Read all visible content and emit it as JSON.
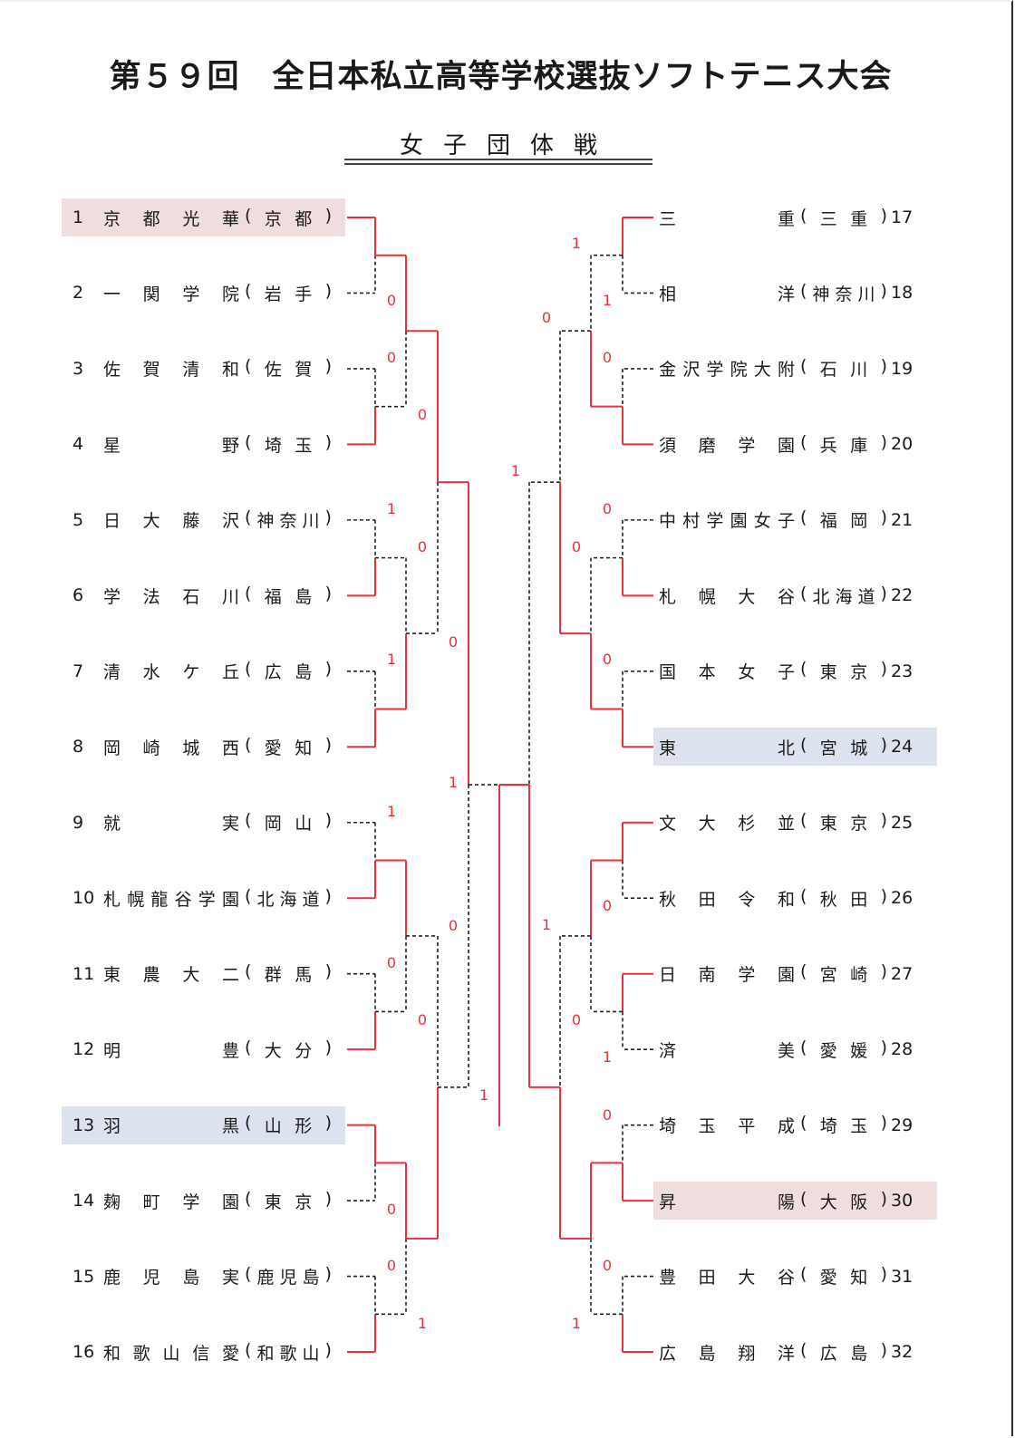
{
  "title": "第５９回　全日本私立高等学校選抜ソフトテニス大会",
  "subtitle": "女子団体戦",
  "colors": {
    "win_line": "#e8323c",
    "lose_line": "#222222",
    "highlight_red": "#f0dddd",
    "highlight_blue": "#dde3ee",
    "score": "#e8323c"
  },
  "teams": [
    {
      "seed": "1",
      "name": [
        "京",
        "都",
        "光",
        "華"
      ],
      "pref": [
        "京",
        "都"
      ],
      "side": "left",
      "highlight": "red"
    },
    {
      "seed": "2",
      "name": [
        "一",
        "関",
        "学",
        "院"
      ],
      "pref": [
        "岩",
        "手"
      ],
      "side": "left",
      "highlight": ""
    },
    {
      "seed": "3",
      "name": [
        "佐",
        "賀",
        "清",
        "和"
      ],
      "pref": [
        "佐",
        "賀"
      ],
      "side": "left",
      "highlight": ""
    },
    {
      "seed": "4",
      "name": [
        "星",
        "",
        "",
        "野"
      ],
      "pref": [
        "埼",
        "玉"
      ],
      "side": "left",
      "highlight": ""
    },
    {
      "seed": "5",
      "name": [
        "日",
        "大",
        "藤",
        "沢"
      ],
      "pref": [
        "神",
        "奈",
        "川"
      ],
      "side": "left",
      "highlight": ""
    },
    {
      "seed": "6",
      "name": [
        "学",
        "法",
        "石",
        "川"
      ],
      "pref": [
        "福",
        "島"
      ],
      "side": "left",
      "highlight": ""
    },
    {
      "seed": "7",
      "name": [
        "清",
        "水",
        "ケ",
        "丘"
      ],
      "pref": [
        "広",
        "島"
      ],
      "side": "left",
      "highlight": ""
    },
    {
      "seed": "8",
      "name": [
        "岡",
        "崎",
        "城",
        "西"
      ],
      "pref": [
        "愛",
        "知"
      ],
      "side": "left",
      "highlight": ""
    },
    {
      "seed": "9",
      "name": [
        "就",
        "",
        "",
        "実"
      ],
      "pref": [
        "岡",
        "山"
      ],
      "side": "left",
      "highlight": ""
    },
    {
      "seed": "10",
      "name": [
        "札",
        "幌",
        "龍",
        "谷",
        "学",
        "園"
      ],
      "pref": [
        "北",
        "海",
        "道"
      ],
      "side": "left",
      "highlight": ""
    },
    {
      "seed": "11",
      "name": [
        "東",
        "農",
        "大",
        "二"
      ],
      "pref": [
        "群",
        "馬"
      ],
      "side": "left",
      "highlight": ""
    },
    {
      "seed": "12",
      "name": [
        "明",
        "",
        "",
        "豊"
      ],
      "pref": [
        "大",
        "分"
      ],
      "side": "left",
      "highlight": ""
    },
    {
      "seed": "13",
      "name": [
        "羽",
        "",
        "",
        "黒"
      ],
      "pref": [
        "山",
        "形"
      ],
      "side": "left",
      "highlight": "blue"
    },
    {
      "seed": "14",
      "name": [
        "麹",
        "町",
        "学",
        "園"
      ],
      "pref": [
        "東",
        "京"
      ],
      "side": "left",
      "highlight": ""
    },
    {
      "seed": "15",
      "name": [
        "鹿",
        "児",
        "島",
        "実"
      ],
      "pref": [
        "鹿",
        "児",
        "島"
      ],
      "side": "left",
      "highlight": ""
    },
    {
      "seed": "16",
      "name": [
        "和",
        "歌",
        "山",
        "信",
        "愛"
      ],
      "pref": [
        "和",
        "歌",
        "山"
      ],
      "side": "left",
      "highlight": ""
    },
    {
      "seed": "17",
      "name": [
        "三",
        "",
        "",
        "重"
      ],
      "pref": [
        "三",
        "重"
      ],
      "side": "right",
      "highlight": ""
    },
    {
      "seed": "18",
      "name": [
        "相",
        "",
        "",
        "洋"
      ],
      "pref": [
        "神",
        "奈",
        "川"
      ],
      "side": "right",
      "highlight": ""
    },
    {
      "seed": "19",
      "name": [
        "金",
        "沢",
        "学",
        "院",
        "大",
        "附"
      ],
      "pref": [
        "石",
        "川"
      ],
      "side": "right",
      "highlight": ""
    },
    {
      "seed": "20",
      "name": [
        "須",
        "磨",
        "学",
        "園"
      ],
      "pref": [
        "兵",
        "庫"
      ],
      "side": "right",
      "highlight": ""
    },
    {
      "seed": "21",
      "name": [
        "中",
        "村",
        "学",
        "園",
        "女",
        "子"
      ],
      "pref": [
        "福",
        "岡"
      ],
      "side": "right",
      "highlight": ""
    },
    {
      "seed": "22",
      "name": [
        "札",
        "幌",
        "大",
        "谷"
      ],
      "pref": [
        "北",
        "海",
        "道"
      ],
      "side": "right",
      "highlight": ""
    },
    {
      "seed": "23",
      "name": [
        "国",
        "本",
        "女",
        "子"
      ],
      "pref": [
        "東",
        "京"
      ],
      "side": "right",
      "highlight": ""
    },
    {
      "seed": "24",
      "name": [
        "東",
        "",
        "",
        "北"
      ],
      "pref": [
        "宮",
        "城"
      ],
      "side": "right",
      "highlight": "blue"
    },
    {
      "seed": "25",
      "name": [
        "文",
        "大",
        "杉",
        "並"
      ],
      "pref": [
        "東",
        "京"
      ],
      "side": "right",
      "highlight": ""
    },
    {
      "seed": "26",
      "name": [
        "秋",
        "田",
        "令",
        "和"
      ],
      "pref": [
        "秋",
        "田"
      ],
      "side": "right",
      "highlight": ""
    },
    {
      "seed": "27",
      "name": [
        "日",
        "南",
        "学",
        "園"
      ],
      "pref": [
        "宮",
        "崎"
      ],
      "side": "right",
      "highlight": ""
    },
    {
      "seed": "28",
      "name": [
        "済",
        "",
        "",
        "美"
      ],
      "pref": [
        "愛",
        "媛"
      ],
      "side": "right",
      "highlight": ""
    },
    {
      "seed": "29",
      "name": [
        "埼",
        "玉",
        "平",
        "成"
      ],
      "pref": [
        "埼",
        "玉"
      ],
      "side": "right",
      "highlight": ""
    },
    {
      "seed": "30",
      "name": [
        "昇",
        "",
        "",
        "陽"
      ],
      "pref": [
        "大",
        "阪"
      ],
      "side": "right",
      "highlight": "red"
    },
    {
      "seed": "31",
      "name": [
        "豊",
        "田",
        "大",
        "谷"
      ],
      "pref": [
        "愛",
        "知"
      ],
      "side": "right",
      "highlight": ""
    },
    {
      "seed": "32",
      "name": [
        "広",
        "島",
        "翔",
        "洋"
      ],
      "pref": [
        "広",
        "島"
      ],
      "side": "right",
      "highlight": ""
    }
  ],
  "results": {
    "round1_winners": [
      "1",
      "4",
      "6",
      "8",
      "10",
      "12",
      "13",
      "16",
      "17",
      "20",
      "22",
      "24",
      "25",
      "27",
      "30",
      "32"
    ],
    "round2_winners": [
      "1",
      "8",
      "10",
      "13",
      "20",
      "24",
      "25",
      "30"
    ],
    "round3_winners": [
      "1",
      "13",
      "24",
      "30"
    ],
    "semifinal_winners": [
      "1",
      "30"
    ],
    "champion": "30"
  },
  "scores": [
    {
      "label": "0",
      "match": "R1 2 vs 1 (lower)"
    },
    {
      "label": "0",
      "match": "R1 3 vs 4 (upper)"
    },
    {
      "label": "0",
      "match": "R2 4 side"
    },
    {
      "label": "1",
      "match": "R1 5"
    },
    {
      "label": "0",
      "match": "R2 6 side"
    },
    {
      "label": "1",
      "match": "R1 7"
    },
    {
      "label": "0",
      "match": "R3 8 side"
    },
    {
      "label": "1",
      "match": "R4 left upper"
    },
    {
      "label": "1",
      "match": "R1 9"
    },
    {
      "label": "0",
      "match": "R3 10 side"
    },
    {
      "label": "0",
      "match": "R1 11"
    },
    {
      "label": "0",
      "match": "R2 12 side"
    },
    {
      "label": "1",
      "match": "Final left"
    },
    {
      "label": "0",
      "match": "R1 14"
    },
    {
      "label": "0",
      "match": "R1 15"
    },
    {
      "label": "1",
      "match": "R2 16 side"
    },
    {
      "label": "1",
      "match": "R1 17"
    },
    {
      "label": "1",
      "match": "R1 18"
    },
    {
      "label": "0",
      "match": "R3 right upper"
    },
    {
      "label": "0",
      "match": "R1 19"
    },
    {
      "label": "1",
      "match": "R4 right upper"
    },
    {
      "label": "0",
      "match": "R1 21"
    },
    {
      "label": "0",
      "match": "R2 22 side"
    },
    {
      "label": "0",
      "match": "R1 23"
    },
    {
      "label": "0",
      "match": "R2 25/26 side"
    },
    {
      "label": "1",
      "match": "R3 right lower"
    },
    {
      "label": "0",
      "match": "R2 27 side"
    },
    {
      "label": "1",
      "match": "R1 28"
    },
    {
      "label": "0",
      "match": "R1 29"
    },
    {
      "label": "0",
      "match": "R1 31"
    },
    {
      "label": "1",
      "match": "R2 32 side"
    }
  ]
}
